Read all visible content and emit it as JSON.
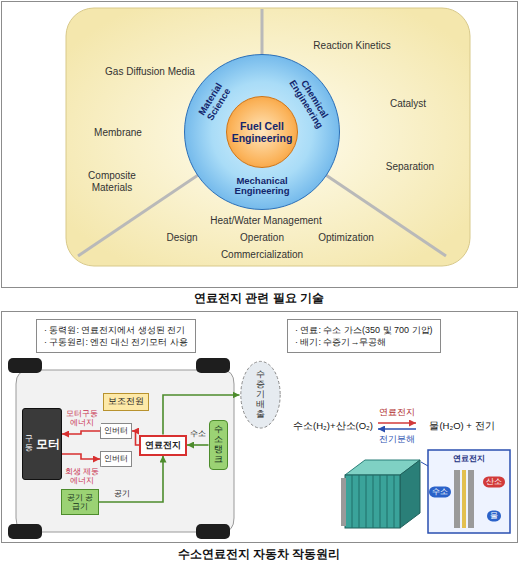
{
  "diagram": {
    "nodes": [
      {
        "text": [
          "Material Science",
          "Chemical Engineering",
          "Mechanical Engineering"
        ]
      },
      {
        "text": [
          "Fuel Cell Engineering"
        ],
        "in": 0
      },
      {
        "text": [
          "· 동력원: 연료전지에서 생성된 전기",
          "· 구동원리: 엔진 대신 전기모터 사용"
        ]
      },
      {
        "text": [
          "· 연료: 수소 가스(350 및 700 기압)",
          "· 배기: 수증기→무공해"
        ]
      },
      {
        "text": [
          "구동",
          "모터"
        ]
      },
      {
        "text": [
          "보조전원"
        ]
      },
      {
        "text": [
          "인버터"
        ]
      },
      {
        "text": [
          "인버터"
        ]
      },
      {
        "text": [
          "연료전지"
        ]
      },
      {
        "text": [
          "수소 탱크"
        ]
      },
      {
        "text": [
          "공기 공급기"
        ]
      },
      {
        "text": [
          "수증기 배출"
        ]
      }
    ],
    "edges": [
      {
        "from": 9,
        "to": 8,
        "label": "수소",
        "arrow": "to"
      },
      {
        "from": 10,
        "to": 8,
        "label": "공기",
        "arrow": "to"
      },
      {
        "from": 8,
        "to": 6,
        "arrow": "to"
      },
      {
        "from": 6,
        "to": 4,
        "label": "모터구동 에너지",
        "arrow": "to"
      },
      {
        "from": 4,
        "to": 7,
        "label": "회생 제동 에너지",
        "arrow": "to"
      },
      {
        "from": 8,
        "to": 11,
        "arrow": "to"
      }
    ],
    "labels": [
      "Gas Diffusion Media",
      "Membrane",
      "Composite Materials",
      "Reaction Kinetics",
      "Catalyst",
      "Separation",
      "Heat/Water Management",
      "Design",
      "Operation",
      "Optimization",
      "Commercialization",
      "연료전지 관련 필요 기술",
      "수소(H₂)+산소(O₂)",
      "연료전지",
      "전기분해",
      "물(H₂O) + 전기",
      "연료전지",
      "수소",
      "산소",
      "물",
      "수소연료전지 자동차 작동원리"
    ]
  }
}
